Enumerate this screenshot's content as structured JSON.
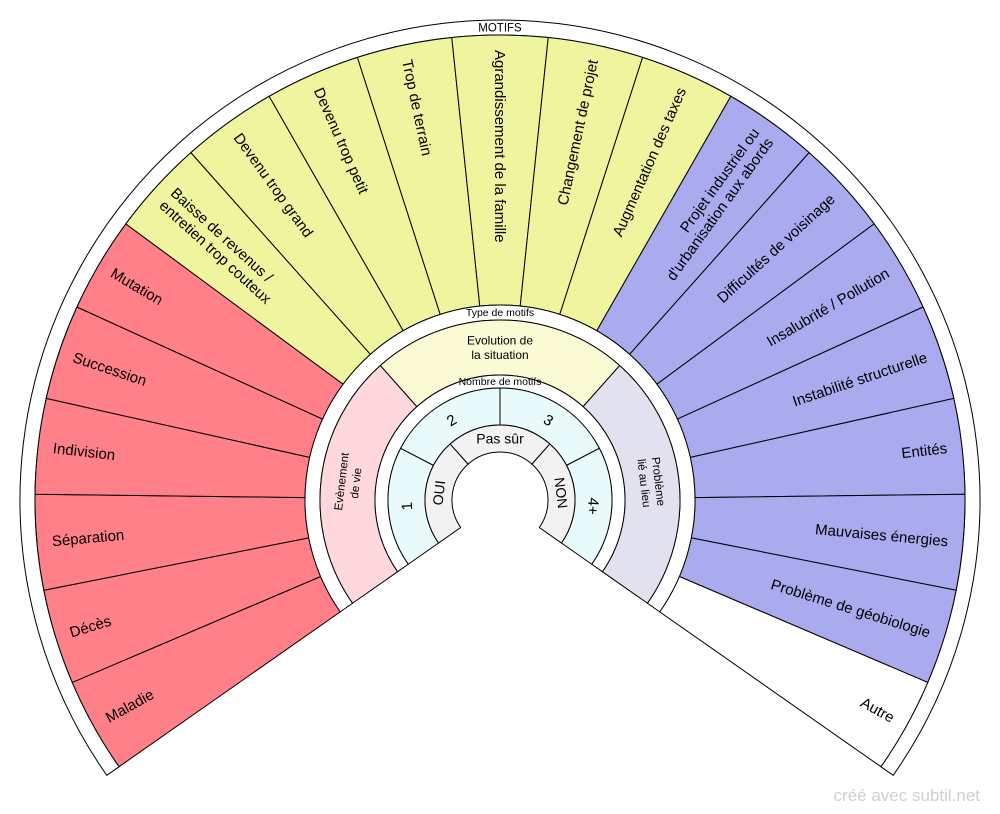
{
  "ring_labels": {
    "motifs": "MOTIFS",
    "type": "Type de motifs",
    "count": "Nombre de motifs"
  },
  "motif_groups": [
    {
      "fill": "#ff8088",
      "motifs": [
        {
          "lines": [
            "Maladie"
          ]
        },
        {
          "lines": [
            "Décès"
          ]
        },
        {
          "lines": [
            "Séparation"
          ]
        },
        {
          "lines": [
            "Indivision"
          ]
        },
        {
          "lines": [
            "Succession"
          ]
        },
        {
          "lines": [
            "Mutation"
          ]
        }
      ]
    },
    {
      "fill": "#eef59e",
      "motifs": [
        {
          "lines": [
            "Baisse de revenus /",
            "entretien trop couteux"
          ]
        },
        {
          "lines": [
            "Devenu trop grand"
          ]
        },
        {
          "lines": [
            "Devenu trop petit"
          ]
        },
        {
          "lines": [
            "Trop de terrain"
          ]
        },
        {
          "lines": [
            "Agrandissement de la famille"
          ]
        },
        {
          "lines": [
            "Changement de projet"
          ]
        },
        {
          "lines": [
            "Augmentation des taxes"
          ]
        }
      ]
    },
    {
      "fill": "#aaaaee",
      "motifs": [
        {
          "lines": [
            "Projet industriel ou",
            "d'urbanisation aux abords"
          ]
        },
        {
          "lines": [
            "Difficultés de voisinage"
          ]
        },
        {
          "lines": [
            "Insalubrité / Pollution"
          ]
        },
        {
          "lines": [
            "Instabilité structurelle"
          ]
        },
        {
          "lines": [
            "Entités"
          ]
        },
        {
          "lines": [
            "Mauvaises énergies"
          ]
        },
        {
          "lines": [
            "Problème de géobiologie"
          ]
        }
      ]
    },
    {
      "fill": "#ffffff",
      "motifs": [
        {
          "lines": [
            "Autre"
          ]
        }
      ]
    }
  ],
  "types": [
    {
      "lines": [
        "Evènement",
        "de vie"
      ],
      "fill": "#ffd8de"
    },
    {
      "lines": [
        "Evolution de",
        "la situation"
      ],
      "fill": "#fafad4"
    },
    {
      "lines": [
        "Problème",
        "lié au lieu"
      ],
      "fill": "#e1e1f0"
    }
  ],
  "counts": {
    "fill": "#e8fafa",
    "options": [
      "1",
      "2",
      "3",
      "4+"
    ]
  },
  "answers": {
    "fill": "#f2f2f2",
    "options": [
      "OUI",
      "Pas sûr",
      "NON"
    ]
  },
  "watermark": "créé avec subtil.net"
}
